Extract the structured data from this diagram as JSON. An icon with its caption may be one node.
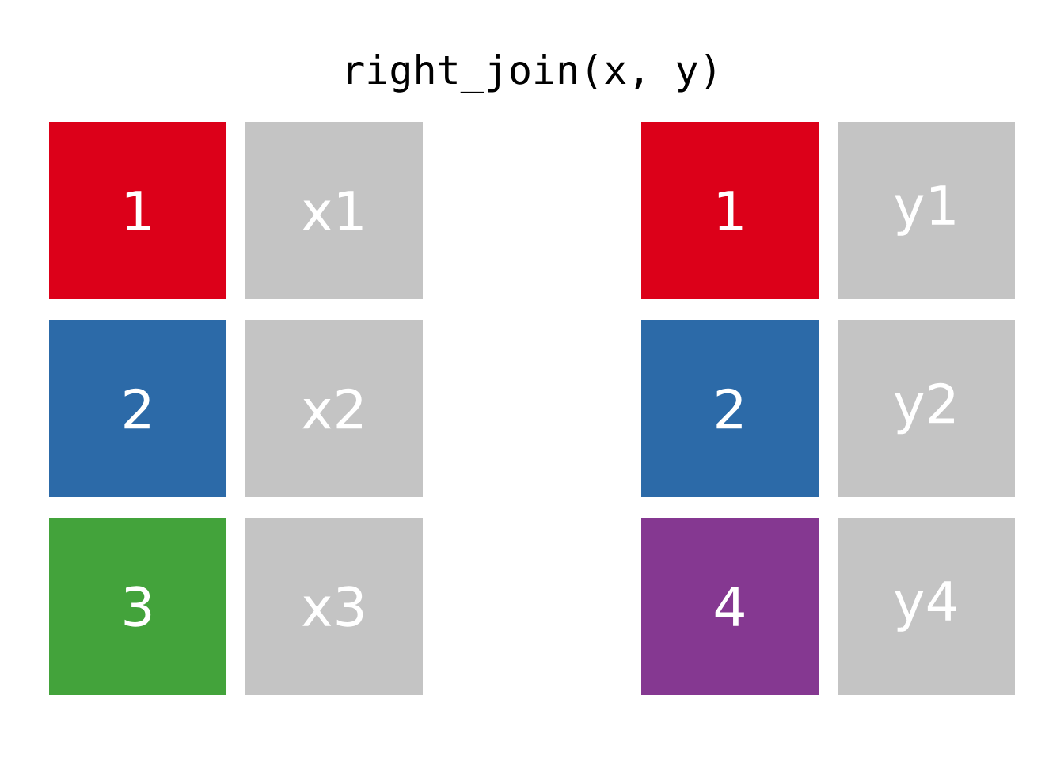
{
  "diagram": {
    "title": "right_join(x, y)",
    "nodes": [
      {
        "text": [
          "1"
        ]
      },
      {
        "text": [
          "x1"
        ]
      },
      {
        "text": [
          "1"
        ]
      },
      {
        "text": [
          "y1"
        ]
      },
      {
        "text": [
          "2"
        ]
      },
      {
        "text": [
          "x2"
        ]
      },
      {
        "text": [
          "2"
        ]
      },
      {
        "text": [
          "y2"
        ]
      },
      {
        "text": [
          "3"
        ]
      },
      {
        "text": [
          "x3"
        ]
      },
      {
        "text": [
          "4"
        ]
      },
      {
        "text": [
          "y4"
        ]
      }
    ]
  }
}
